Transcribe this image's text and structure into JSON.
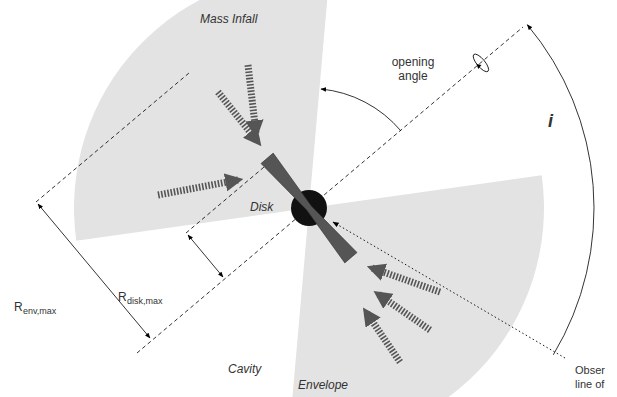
{
  "diagram": {
    "labels": [
      "Mass Infall",
      "opening angle",
      "i",
      "Disk",
      "Obser",
      "line of",
      "R",
      "env,max",
      "R",
      "disk,max",
      "Cavity",
      "Envelope"
    ]
  }
}
